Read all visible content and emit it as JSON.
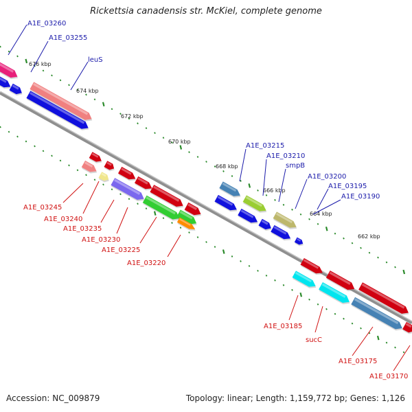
{
  "title": "Rickettsia canadensis str. McKiel, complete genome",
  "footer": {
    "accession": "Accession: NC_009879",
    "topology": "Topology: linear; Length: 1,159,772 bp; Genes: 1,126"
  },
  "colors": {
    "forward_label": "#1a1aaa",
    "reverse_label": "#d01010",
    "backbone": "#8a8a8a",
    "ticks": "#2a8a2a"
  },
  "scale_labels": [
    "676 kbp",
    "674 kbp",
    "672 kbp",
    "670 kbp",
    "668 kbp",
    "666 kbp",
    "664 kbp",
    "662 kbp"
  ],
  "forward_genes": [
    "A1E_03260",
    "A1E_03255",
    "leuS",
    "A1E_03215",
    "A1E_03210",
    "smpB",
    "A1E_03200",
    "A1E_03195",
    "A1E_03190"
  ],
  "reverse_genes": [
    "A1E_03245",
    "A1E_03240",
    "A1E_03235",
    "A1E_03230",
    "A1E_03225",
    "A1E_03220",
    "A1E_03185",
    "sucC",
    "A1E_03175",
    "A1E_03170"
  ],
  "feature_colors": [
    "#e8207a",
    "#1010dd",
    "#f08080",
    "#d00010",
    "#f0e68c",
    "#7b68ee",
    "#32cd32",
    "#ff8c00",
    "#4682b4",
    "#9acd32",
    "#bdb76b",
    "#00e5ee"
  ]
}
